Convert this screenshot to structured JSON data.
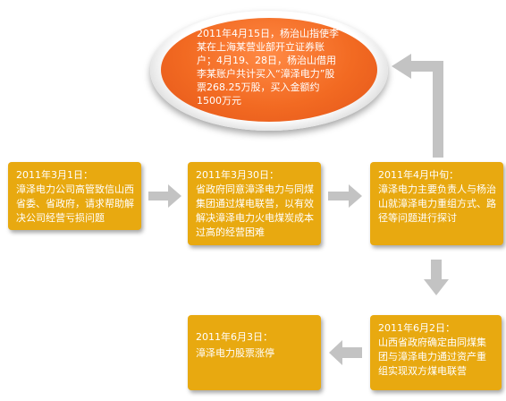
{
  "colors": {
    "box": "#e8a910",
    "oval": "#f26a22",
    "arrow": "#c3c3c3"
  },
  "oval": {
    "text": "2011年4月15日，杨治山指使李某在上海某营业部开立证券账户；4月19、28日，杨治山借用李某账户共计买入“漳泽电力”股票268.25万股，买入金额约1500万元"
  },
  "steps": [
    {
      "date": "2011年3月1日：",
      "text": "漳泽电力公司高管致信山西省委、省政府，请求帮助解决公司经营亏损问题"
    },
    {
      "date": "2011年3月30日：",
      "text": "省政府同意漳泽电力与同煤集团通过煤电联营，以有效解决漳泽电力火电煤炭成本过高的经营困难"
    },
    {
      "date": "2011年4月中旬：",
      "text": "漳泽电力主要负责人与杨治山就漳泽电力重组方式、路径等问题进行探讨"
    },
    {
      "date": "2011年6月2日：",
      "text": "山西省政府确定由同煤集团与漳泽电力通过资产重组实现双方煤电联营"
    },
    {
      "date": "2011年6月3日：",
      "text": "漳泽电力股票涨停"
    }
  ]
}
